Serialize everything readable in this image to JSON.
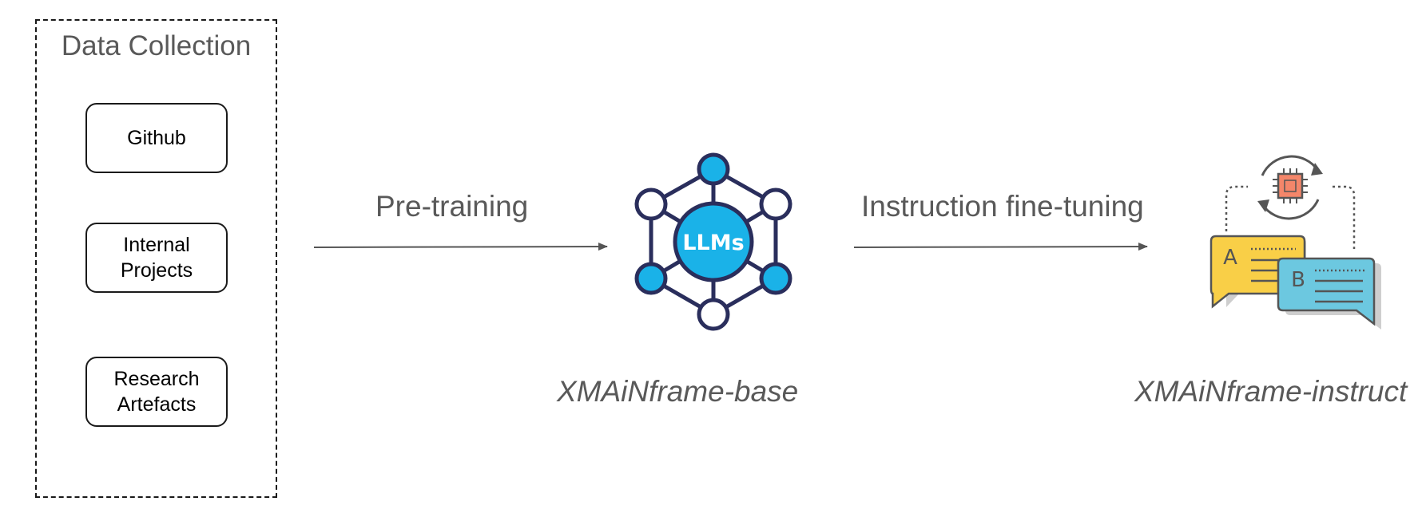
{
  "collection": {
    "title": "Data Collection",
    "sources": [
      {
        "lines": [
          "Github"
        ]
      },
      {
        "lines": [
          "Internal",
          "Projects"
        ]
      },
      {
        "lines": [
          "Research",
          "Artefacts"
        ]
      }
    ]
  },
  "stages": {
    "pretraining_label": "Pre-training",
    "finetuning_label": "Instruction fine-tuning"
  },
  "models": {
    "hub_text": "LLMs",
    "base_name": "XMAiNframe-base",
    "instruct_name": "XMAiNframe-instruct",
    "chat_a": "A",
    "chat_b": "B"
  },
  "colors": {
    "outline": "#2a2e5c",
    "cyan": "#1ab2e8",
    "yellow": "#f9cf47",
    "lightblue": "#6cc8e0",
    "chip": "#f4866a",
    "arrow": "#555555",
    "text_gray": "#595959"
  },
  "icons": [
    "llm-network-icon",
    "chip-icon",
    "cycle-arrows-icon",
    "chat-bubble-icon"
  ]
}
